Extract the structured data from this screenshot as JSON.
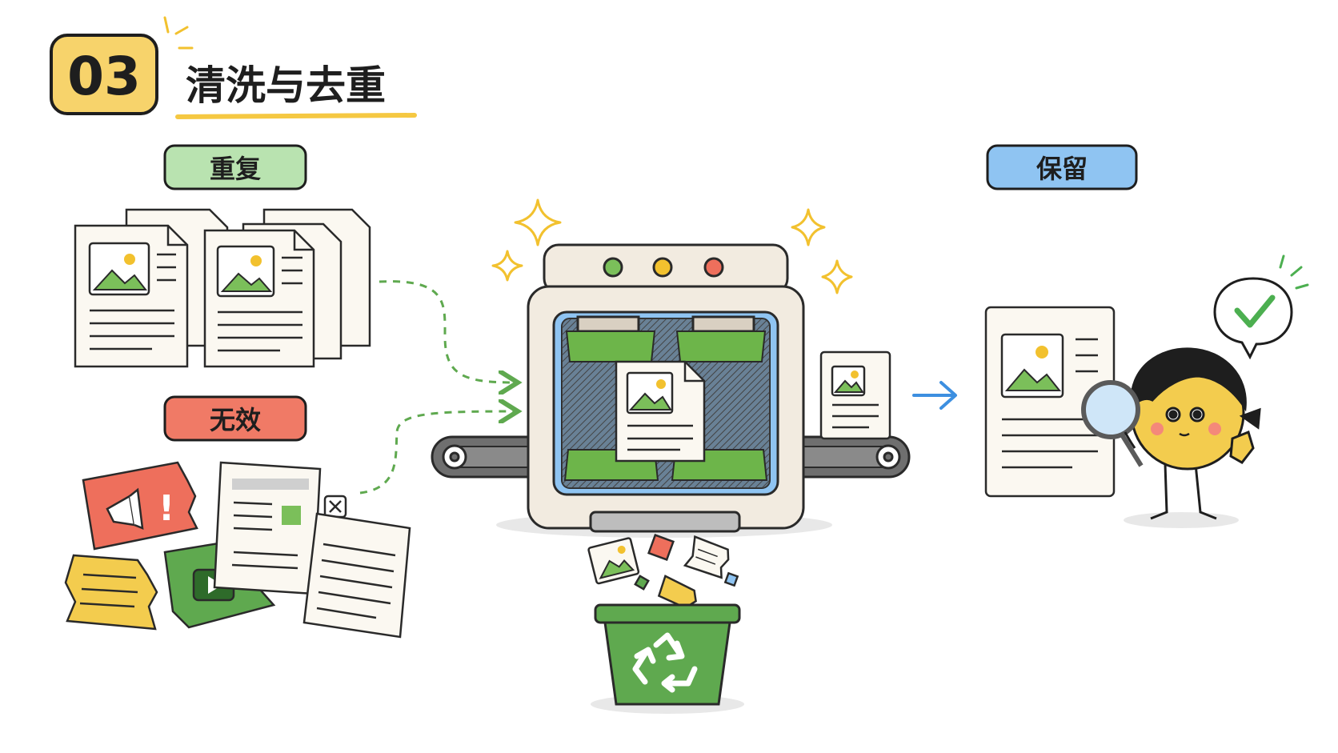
{
  "section": {
    "number": "03",
    "title": "清洗与去重"
  },
  "labels": {
    "duplicate": "重复",
    "invalid": "无效",
    "keep": "保留"
  },
  "colors": {
    "badge_yellow": "#f7d36b",
    "title_underline": "#f5c842",
    "duplicate_pill": "#b9e3b0",
    "invalid_pill": "#f07a66",
    "keep_pill": "#8fc4f2",
    "machine_body": "#f2ebe0",
    "machine_window": "#4a4a4a",
    "brush_green": "#6db54a",
    "bin_green": "#5fa94f",
    "arrow_blue": "#3d8fe0",
    "dashed_green": "#5fa94f",
    "sparkle": "#f2c12e",
    "character_yellow": "#f3cc4e",
    "check_green": "#4caf50"
  },
  "icons": {
    "machine_lights": [
      "green-light",
      "yellow-light",
      "red-light"
    ],
    "bin_icon": "recycle-icon",
    "bubble_icon": "checkmark-icon",
    "character_tool": "magnifier-icon"
  }
}
